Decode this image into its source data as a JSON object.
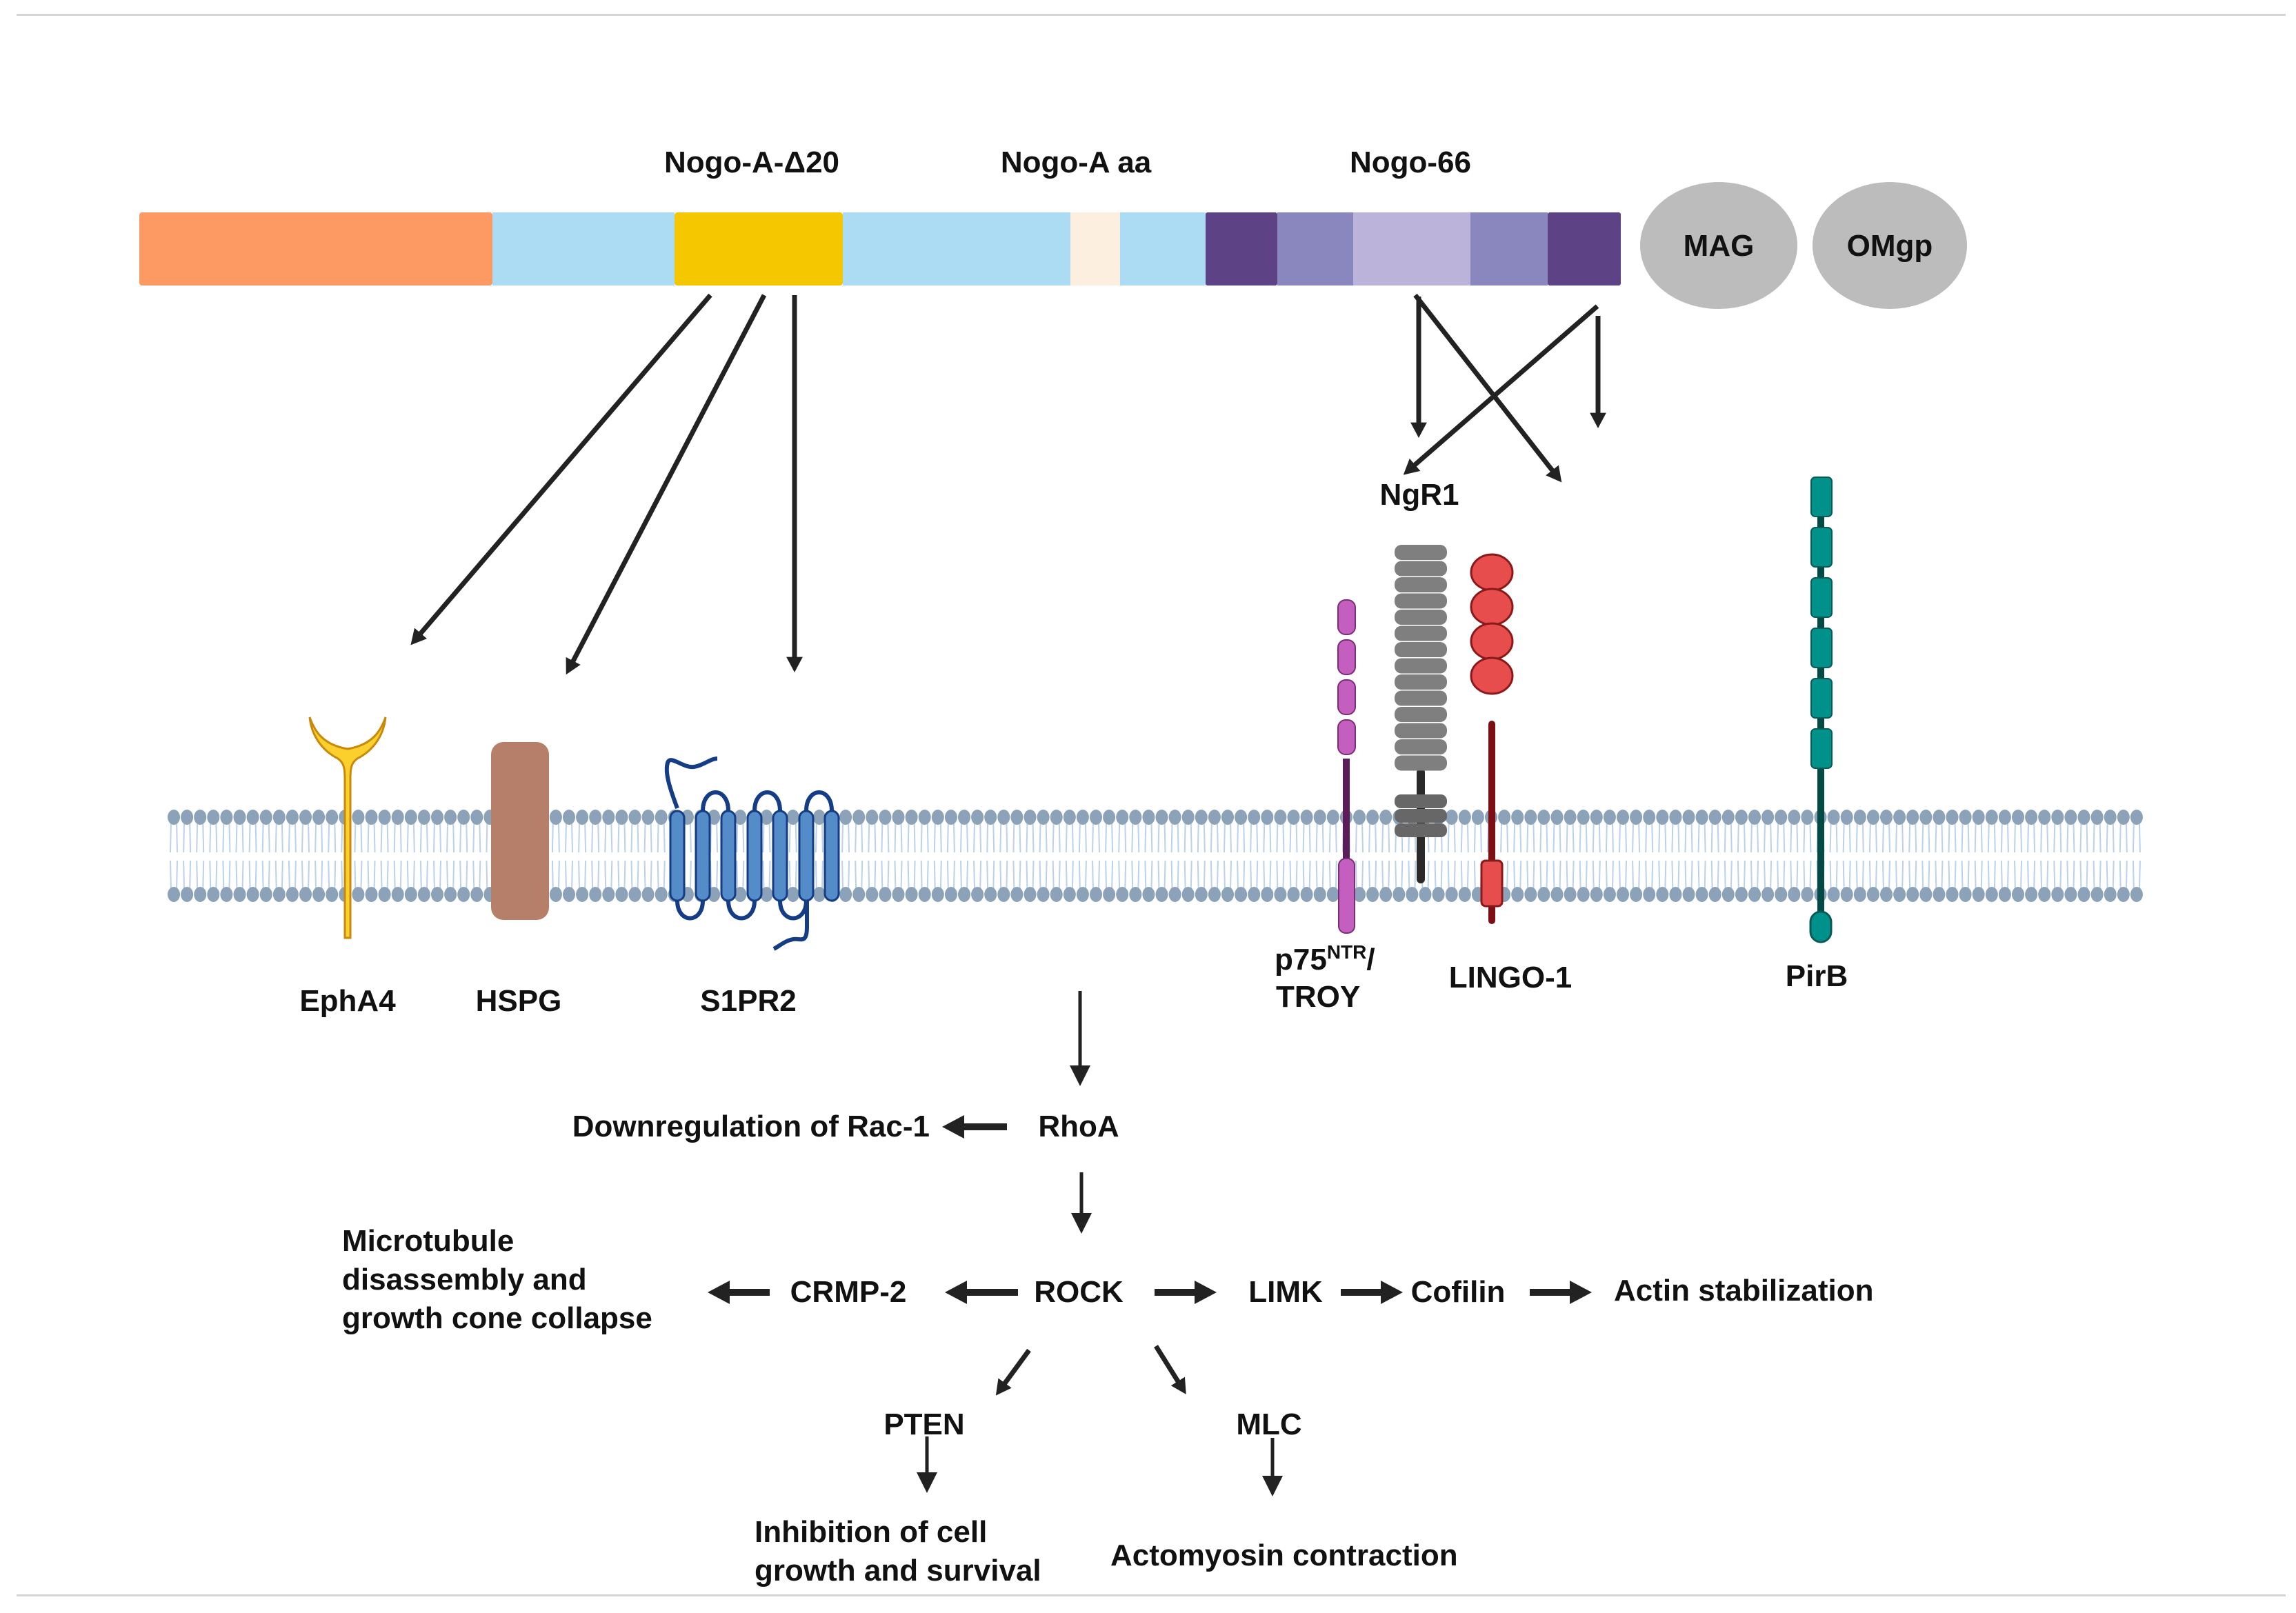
{
  "protein_bar": {
    "labels": {
      "delta20": "Nogo-A-Δ20",
      "aa": "Nogo-A aa",
      "nogo66": "Nogo-66"
    },
    "segments": [
      {
        "name": "n-terminal",
        "color": "#fd9a64"
      },
      {
        "name": "linker-1",
        "color": "#abdcf4"
      },
      {
        "name": "nogo-a-delta20",
        "color": "#f5c700"
      },
      {
        "name": "linker-2",
        "color": "#abdcf4"
      },
      {
        "name": "nogo-a-aa",
        "color": "#fdefdf"
      },
      {
        "name": "linker-3",
        "color": "#abdcf4"
      },
      {
        "name": "nogo66-tm1",
        "color": "#5e4286"
      },
      {
        "name": "nogo66-mid1",
        "color": "#8a86be"
      },
      {
        "name": "nogo66-loop",
        "color": "#bbb3d9"
      },
      {
        "name": "nogo66-mid2",
        "color": "#8a86be"
      },
      {
        "name": "nogo66-tm2",
        "color": "#5e4286"
      }
    ]
  },
  "ligands": {
    "mag": "MAG",
    "omgp": "OMgp",
    "color": "#bcbcbc"
  },
  "receptors": {
    "epha4": {
      "label": "EphA4",
      "color": "#fcd02c"
    },
    "hspg": {
      "label": "HSPG",
      "color": "#b57f69"
    },
    "s1pr2": {
      "label": "S1PR2",
      "color": "#548bc9"
    },
    "ngr1": {
      "label": "NgR1",
      "color": "#7f7f7f"
    },
    "p75": {
      "label_main": "p75",
      "label_sup": "NTR",
      "label_slash": "/",
      "label_line2": "TROY",
      "color": "#c45fc0"
    },
    "lingo1": {
      "label": "LINGO-1",
      "color": "#e84d4d"
    },
    "pirb": {
      "label": "PirB",
      "color": "#00918a"
    }
  },
  "membrane": {
    "head_color": "#8ca2b8",
    "tail_color": "#bcd2ea"
  },
  "pathway": {
    "rhoa": "RhoA",
    "rac1": "Downregulation of Rac-1",
    "rock": "ROCK",
    "crmp2": "CRMP-2",
    "microtubule": [
      "Microtubule",
      "disassembly and",
      "growth cone collapse"
    ],
    "limk": "LIMK",
    "cofilin": "Cofilin",
    "actin": "Actin stabilization",
    "pten": "PTEN",
    "mlc": "MLC",
    "inhibition": [
      "Inhibition of cell",
      "growth and survival"
    ],
    "actomyosin": "Actomyosin contraction"
  },
  "arrow_color": "#222222"
}
